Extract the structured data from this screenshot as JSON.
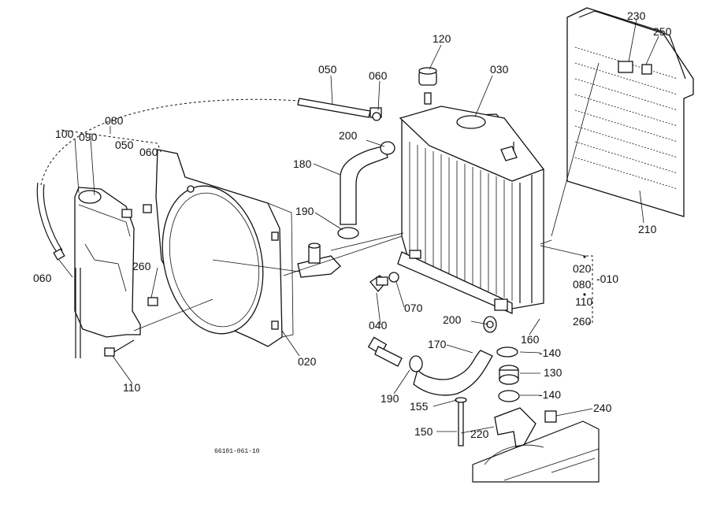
{
  "diagram": {
    "drawing_number": "66101-061-10",
    "labels": {
      "l050_top": "050",
      "l060_top": "060",
      "l120": "120",
      "l030": "030",
      "l230": "230",
      "l250": "250",
      "l080_left": "080",
      "l100": "100",
      "l090": "090",
      "l050_left": "050",
      "l060_left": "060",
      "l200_top": "200",
      "l180": "180",
      "l190_mid": "190",
      "l260_left": "260",
      "l060_far": "060",
      "l040": "040",
      "l070": "070",
      "l200_bot": "200",
      "l170": "170",
      "l160": "160",
      "l140_a": "-140",
      "l130": "130",
      "l140_b": "-140",
      "l240": "240",
      "l155": "155",
      "l220": "220",
      "l150": "150",
      "l190_bot": "190",
      "l110_left": "110",
      "l020_main": "020",
      "l210": "210",
      "g020": "020",
      "g080": "080",
      "g010": "-010",
      "g110": "110",
      "g260": "260"
    }
  }
}
